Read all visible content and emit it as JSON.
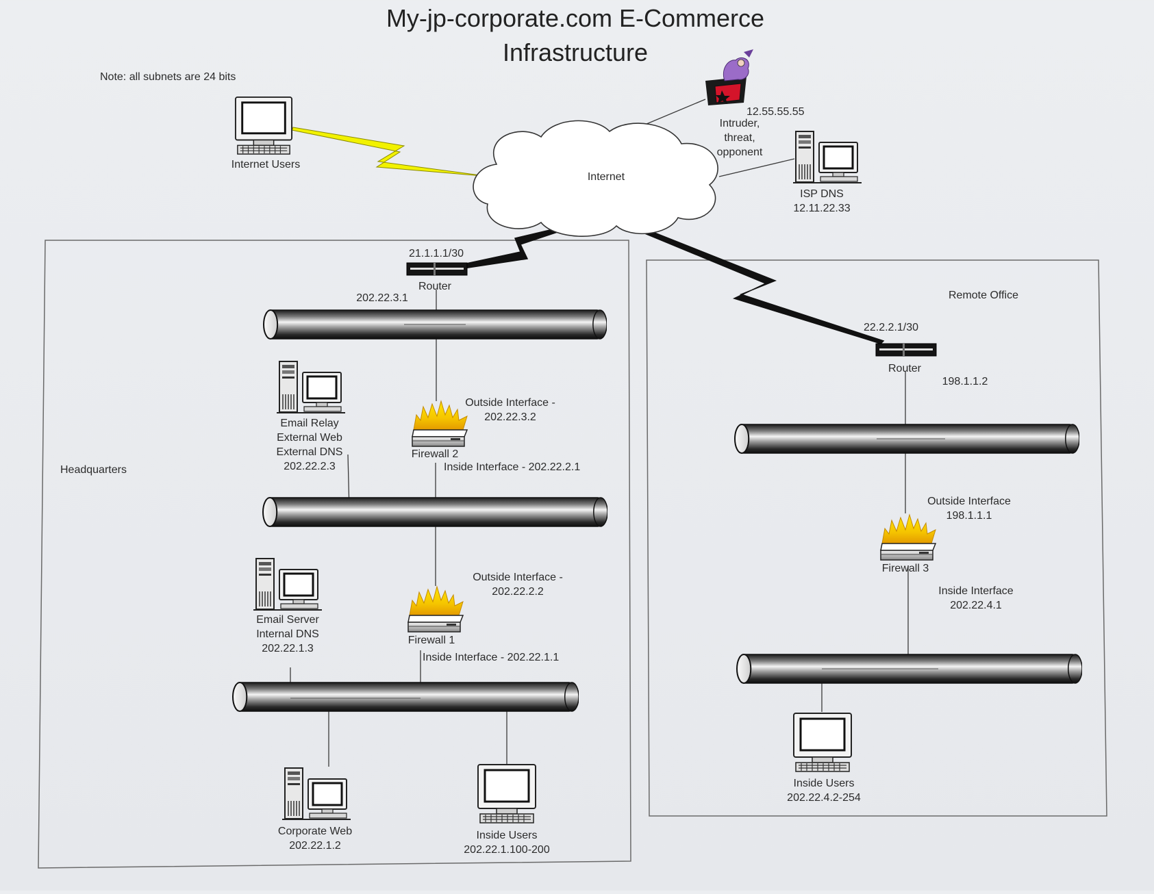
{
  "diagram": {
    "title": "My-jp-corporate.com E-Commerce\nInfrastructure",
    "note": "Note: all subnets are 24 bits",
    "colors": {
      "background": "#e9ebee",
      "line": "#3a3a3a",
      "lightning_internet_users": "#f2f200",
      "lightning_dark": "#111111",
      "intruder_box": "#d4142a"
    },
    "internet": {
      "label": "Internet",
      "internet_users": "Internet Users",
      "intruder_ip": "12.55.55.55",
      "intruder_label": "Intruder,\nthreat,\nopponent",
      "isp_dns": "ISP DNS\n12.11.22.33"
    },
    "headquarters": {
      "label": "Headquarters",
      "router_ip": "21.1.1.1/30",
      "router_label": "Router",
      "router_inside_ip": "202.22.3.1",
      "dmz_server": "Email Relay\nExternal Web\nExternal DNS\n202.22.2.3",
      "firewall2_outside": "Outside Interface -\n202.22.3.2",
      "firewall2_label": "Firewall 2",
      "firewall2_inside": "Inside Interface - 202.22.2.1",
      "firewall1_outside": "Outside Interface -\n202.22.2.2",
      "firewall1_label": "Firewall 1",
      "firewall1_inside": "Inside Interface - 202.22.1.1",
      "email_server": "Email Server\nInternal DNS\n202.22.1.3",
      "corporate_web": "Corporate  Web\n202.22.1.2",
      "inside_users": "Inside Users\n202.22.1.100-200"
    },
    "remote_office": {
      "label": "Remote Office",
      "router_ip": "22.2.2.1/30",
      "router_label": "Router",
      "router_inside_ip": "198.1.1.2",
      "firewall3_outside": "Outside Interface\n198.1.1.1",
      "firewall3_label": "Firewall 3",
      "firewall3_inside": "Inside Interface\n202.22.4.1",
      "inside_users": "Inside Users\n202.22.4.2-254"
    }
  }
}
